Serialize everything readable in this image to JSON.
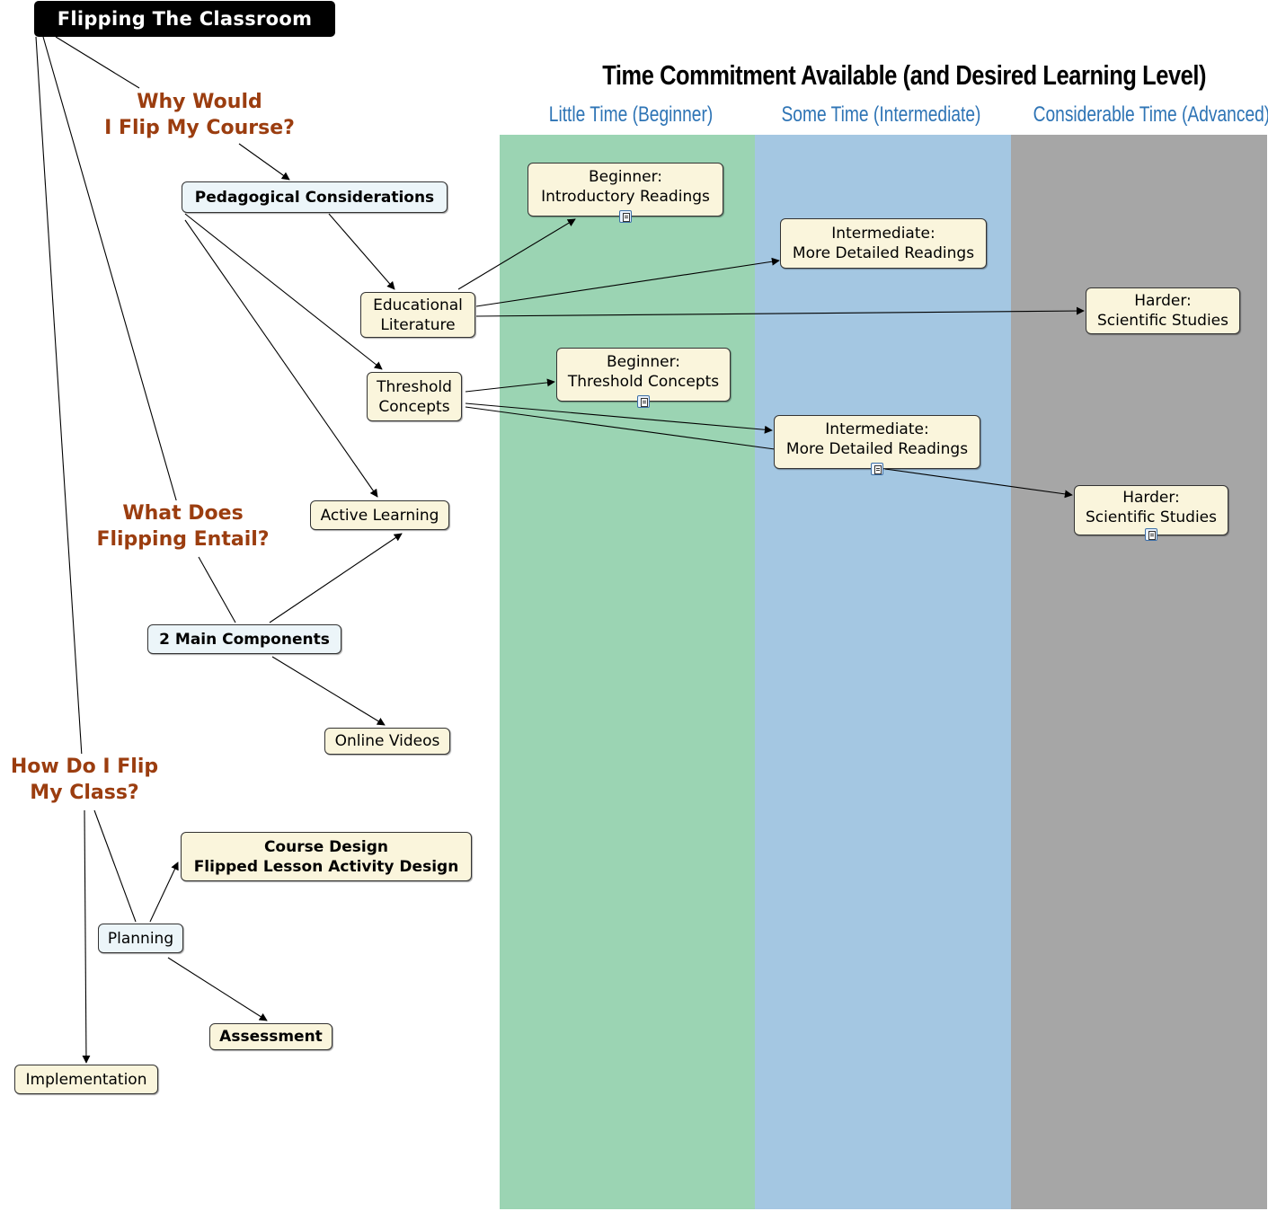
{
  "root": "Flipping The Classroom",
  "header": {
    "title": "Time Commitment Available (and Desired Learning Level)",
    "columns": [
      "Little Time (Beginner)",
      "Some Time (Intermediate)",
      "Considerable Time (Advanced)"
    ],
    "column_colors": [
      "#9bd4b3",
      "#a4c7e2",
      "#a6a6a6"
    ]
  },
  "questions": {
    "why": [
      "Why Would",
      "I Flip My Course?"
    ],
    "what": [
      "What Does",
      "Flipping Entail?"
    ],
    "how": [
      "How Do I Flip",
      "My Class?"
    ]
  },
  "nodes": {
    "pedagogical": "Pedagogical Considerations",
    "educational": [
      "Educational",
      "Literature"
    ],
    "threshold": [
      "Threshold",
      "Concepts"
    ],
    "active": "Active Learning",
    "components": "2 Main Components",
    "videos": "Online Videos",
    "course_design": [
      "Course Design",
      "Flipped Lesson Activity Design"
    ],
    "planning": "Planning",
    "assessment": "Assessment",
    "implementation": "Implementation",
    "beg_intro": [
      "Beginner:",
      "Introductory Readings"
    ],
    "int_detailed_1": [
      "Intermediate:",
      "More Detailed Readings"
    ],
    "hard_sci_1": [
      "Harder:",
      "Scientific Studies"
    ],
    "beg_threshold": [
      "Beginner:",
      "Threshold Concepts"
    ],
    "int_detailed_2": [
      "Intermediate:",
      "More Detailed Readings"
    ],
    "hard_sci_2": [
      "Harder:",
      "Scientific Studies"
    ]
  },
  "icons": [
    "document-icon"
  ]
}
